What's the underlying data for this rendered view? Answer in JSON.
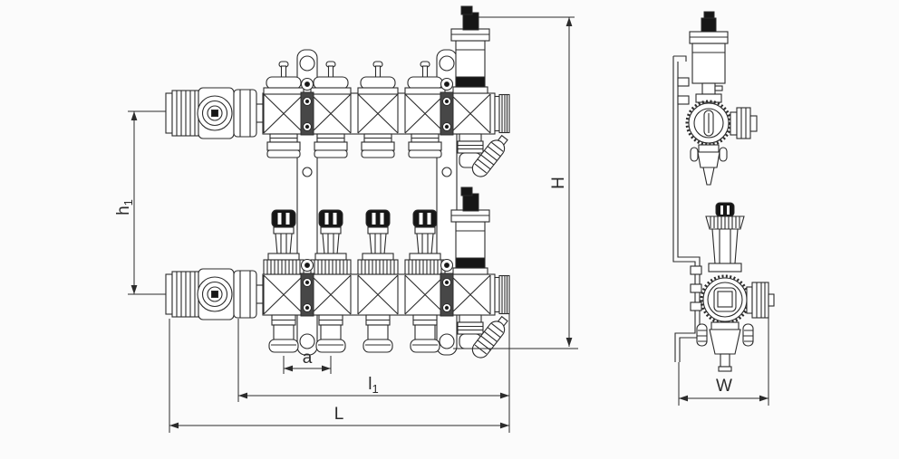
{
  "colors": {
    "background": "#fbfbfb",
    "line": "#2b2b2b",
    "dark": "#161616",
    "metal": "#474747"
  },
  "dimensions": {
    "h1": {
      "base": "h",
      "sub": "1"
    },
    "H": {
      "label": "H"
    },
    "a": {
      "label": "a"
    },
    "l1": {
      "base": "l",
      "sub": "1"
    },
    "L": {
      "label": "L"
    },
    "W": {
      "label": "W"
    }
  }
}
